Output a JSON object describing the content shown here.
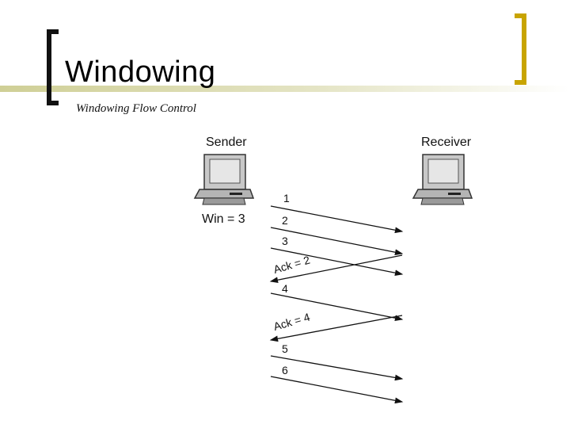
{
  "slide": {
    "title": "Windowing",
    "subtitle": "Windowing Flow Control",
    "accent_color": "#c8a400",
    "bar_color": "#d6d6a0"
  },
  "diagram": {
    "sender_label": "Sender",
    "receiver_label": "Receiver",
    "window_label": "Win = 3",
    "messages": [
      {
        "label": "1",
        "direction": "sender-to-receiver"
      },
      {
        "label": "2",
        "direction": "sender-to-receiver"
      },
      {
        "label": "3",
        "direction": "sender-to-receiver"
      },
      {
        "label": "Ack = 2",
        "direction": "receiver-to-sender"
      },
      {
        "label": "4",
        "direction": "sender-to-receiver"
      },
      {
        "label": "Ack = 4",
        "direction": "receiver-to-sender"
      },
      {
        "label": "5",
        "direction": "sender-to-receiver"
      },
      {
        "label": "6",
        "direction": "sender-to-receiver"
      }
    ]
  }
}
